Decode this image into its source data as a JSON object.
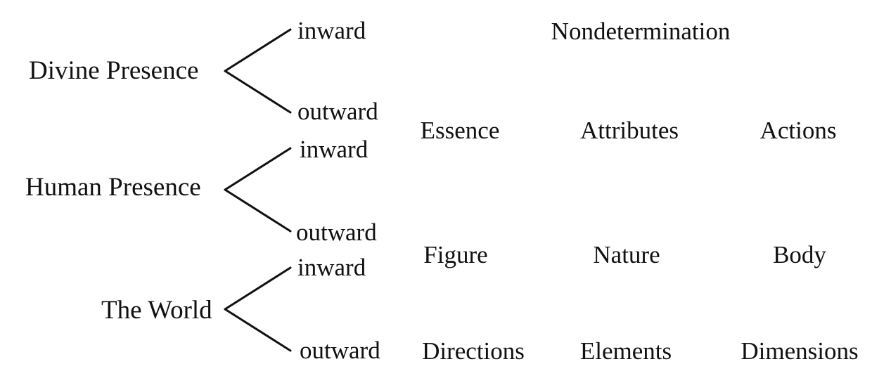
{
  "presences": [
    {
      "label": "Divine Presence",
      "inward": "inward",
      "outward": "outward"
    },
    {
      "label": "Human Presence",
      "inward": "inward",
      "outward": "outward"
    },
    {
      "label": "The World",
      "inward": "inward",
      "outward": "outward"
    }
  ],
  "grid": {
    "divine_inward": "Nondetermination",
    "divine_outward": [
      "Essence",
      "Attributes",
      "Actions"
    ],
    "human_outward": [
      "Figure",
      "Nature",
      "Body"
    ],
    "world_outward": [
      "Directions",
      "Elements",
      "Dimensions"
    ]
  },
  "colors": {
    "background": "#ffffff",
    "ink": "#111111"
  }
}
